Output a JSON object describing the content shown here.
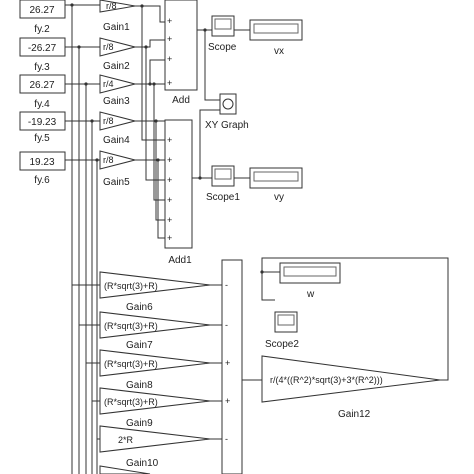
{
  "constants": [
    {
      "value": "26.27",
      "label": "fy.2"
    },
    {
      "value": "-26.27",
      "label": "fy.3"
    },
    {
      "value": "26.27",
      "label": "fy.4"
    },
    {
      "value": "-19.23",
      "label": "fy.5"
    },
    {
      "value": "19.23",
      "label": "fy.6"
    }
  ],
  "gains_small": [
    {
      "expr": "r/8",
      "label": "Gain1"
    },
    {
      "expr": "r/8",
      "label": "Gain2"
    },
    {
      "expr": "r/4",
      "label": "Gain3"
    },
    {
      "expr": "r/8",
      "label": "Gain4"
    },
    {
      "expr": "r/8",
      "label": "Gain5"
    }
  ],
  "gains_large": [
    {
      "expr": "(R*sqrt(3)+R)",
      "label": "Gain6"
    },
    {
      "expr": "(R*sqrt(3)+R)",
      "label": "Gain7"
    },
    {
      "expr": "(R*sqrt(3)+R)",
      "label": "Gain8"
    },
    {
      "expr": "(R*sqrt(3)+R)",
      "label": "Gain9"
    },
    {
      "expr": "2*R",
      "label": "Gain10"
    }
  ],
  "gain12": {
    "expr": "r/(4*((R^2)*sqrt(3)+3*(R^2)))",
    "label": "Gain12"
  },
  "add_labels": {
    "add": "Add",
    "add1": "Add1"
  },
  "signs": {
    "plus": "+",
    "minus": "-"
  },
  "scopes": {
    "scope": "Scope",
    "scope1": "Scope1",
    "scope2": "Scope2",
    "xy": "XY Graph"
  },
  "displays": {
    "vx": "vx",
    "vy": "vy",
    "w": "w"
  }
}
